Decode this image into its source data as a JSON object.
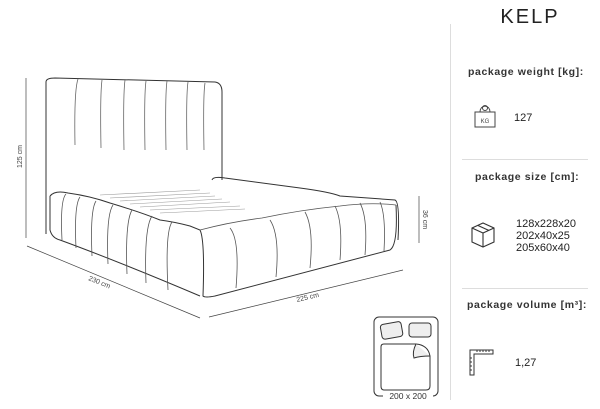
{
  "product": {
    "name": "KELP"
  },
  "dimensions": {
    "height": "125 cm",
    "length": "230 cm",
    "width": "225 cm",
    "base_height": "36 cm",
    "mattress": "200 x 200"
  },
  "specs": {
    "weight": {
      "label": "package weight [kg]:",
      "icon": "weight-kg-icon",
      "icon_text": "KG",
      "value": "127"
    },
    "size": {
      "label": "package size [cm]:",
      "icon": "box-icon",
      "values": [
        "128x228x20",
        "202x40x25",
        "205x60x40"
      ]
    },
    "volume": {
      "label": "package volume [m³]:",
      "icon": "ruler-square-icon",
      "value": "1,27"
    }
  }
}
